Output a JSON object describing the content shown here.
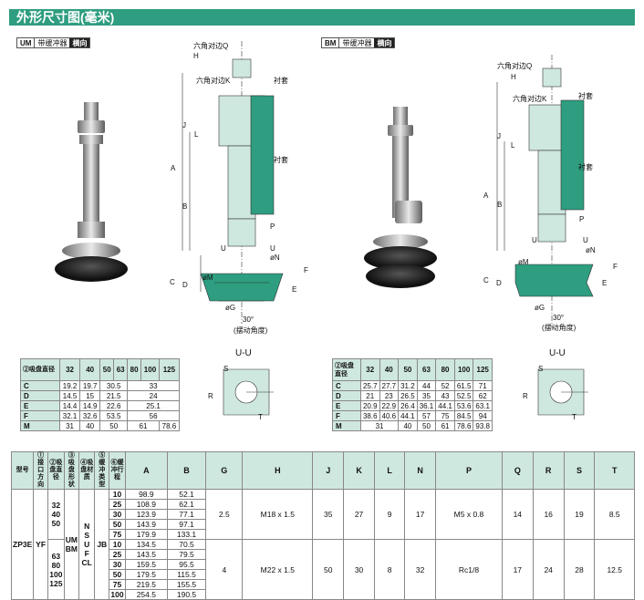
{
  "title": "外形尺寸图(毫米)",
  "left_badge": {
    "code": "UM",
    "name": "带缓冲器",
    "dir": "横向"
  },
  "right_badge": {
    "code": "BM",
    "name": "带缓冲器",
    "dir": "横向"
  },
  "labels": {
    "hex_q": "六角对边Q",
    "hex_k": "六角对边K",
    "h": "H",
    "j": "J",
    "l": "L",
    "a": "A",
    "b": "B",
    "u": "U",
    "p": "P",
    "phi_n": "øN",
    "phi_m": "øM",
    "phi_g": "øG",
    "c": "C",
    "d": "D",
    "e": "E",
    "f": "F",
    "sleeve": "衬套",
    "angle": "30°",
    "swing": "(摆动角度)",
    "uu": "U-U",
    "r": "R",
    "s": "S",
    "t": "T"
  },
  "table_um": {
    "head": [
      "②吸盘直径",
      "32",
      "40",
      "50",
      "63",
      "80",
      "100",
      "125"
    ],
    "rows": [
      {
        "k": "C",
        "v": [
          "19.2",
          "19.7",
          "30.5",
          "33"
        ]
      },
      {
        "k": "D",
        "v": [
          "14.5",
          "15",
          "21.5",
          "24"
        ]
      },
      {
        "k": "E",
        "v": [
          "14.4",
          "14.9",
          "22.6",
          "25.1"
        ]
      },
      {
        "k": "F",
        "v": [
          "32.1",
          "32.6",
          "53.5",
          "56"
        ]
      },
      {
        "k": "M",
        "v": [
          "31",
          "40",
          "50",
          "61",
          "78.6"
        ]
      }
    ]
  },
  "table_bm": {
    "head": [
      "②吸盘直径",
      "32",
      "40",
      "50",
      "63",
      "80",
      "100",
      "125"
    ],
    "rows": [
      {
        "k": "C",
        "v": [
          "25.7",
          "27.7",
          "31.2",
          "44",
          "52",
          "61.5",
          "71"
        ]
      },
      {
        "k": "D",
        "v": [
          "21",
          "23",
          "26.5",
          "35",
          "43",
          "52.5",
          "62"
        ]
      },
      {
        "k": "E",
        "v": [
          "20.9",
          "22.9",
          "26.4",
          "36.1",
          "44.1",
          "53.6",
          "63.1"
        ]
      },
      {
        "k": "F",
        "v": [
          "38.6",
          "40.6",
          "44.1",
          "57",
          "75",
          "84.5",
          "94"
        ]
      },
      {
        "k": "M",
        "v": [
          "31",
          "40",
          "50",
          "61",
          "78.6",
          "93.8"
        ]
      }
    ]
  },
  "main_table": {
    "head": {
      "model": "型号",
      "c1": "①接口方向",
      "c2": "②吸盘直径",
      "c3": "③吸盘形状",
      "c4": "④吸盘材质",
      "c5": "⑤缓冲类型",
      "c6": "⑥缓冲行程",
      "cols": [
        "A",
        "B",
        "G",
        "H",
        "J",
        "K",
        "L",
        "N",
        "P",
        "Q",
        "R",
        "S",
        "T"
      ]
    },
    "model": "ZP3E",
    "dir": "YF",
    "dia_a": [
      "32",
      "40",
      "50"
    ],
    "dia_b": [
      "63",
      "80",
      "100",
      "125"
    ],
    "shape": [
      "UM",
      "BM"
    ],
    "material": [
      "N",
      "S",
      "U",
      "F",
      "CL"
    ],
    "buffer": "JB",
    "group_a": {
      "strokes": [
        {
          "s": "10",
          "a": "98.9",
          "b": "52.1"
        },
        {
          "s": "25",
          "a": "108.9",
          "b": "62.1"
        },
        {
          "s": "30",
          "a": "123.9",
          "b": "77.1"
        },
        {
          "s": "50",
          "a": "143.9",
          "b": "97.1"
        },
        {
          "s": "75",
          "a": "179.9",
          "b": "133.1"
        }
      ],
      "g": "2.5",
      "h": "M18 x 1.5",
      "j": "35",
      "k": "27",
      "l": "9",
      "n": "17",
      "p": "M5 x 0.8",
      "q": "14",
      "r": "16",
      "s": "19",
      "t": "8.5"
    },
    "group_b": {
      "strokes": [
        {
          "s": "10",
          "a": "134.5",
          "b": "70.5"
        },
        {
          "s": "25",
          "a": "143.5",
          "b": "79.5"
        },
        {
          "s": "30",
          "a": "159.5",
          "b": "95.5"
        },
        {
          "s": "50",
          "a": "179.5",
          "b": "115.5"
        },
        {
          "s": "75",
          "a": "219.5",
          "b": "155.5"
        },
        {
          "s": "100",
          "a": "254.5",
          "b": "190.5"
        }
      ],
      "g": "4",
      "h": "M22 x 1.5",
      "j": "50",
      "k": "30",
      "l": "8",
      "n": "32",
      "p": "Rc1/8",
      "q": "17",
      "r": "24",
      "s": "28",
      "t": "12.5"
    }
  }
}
